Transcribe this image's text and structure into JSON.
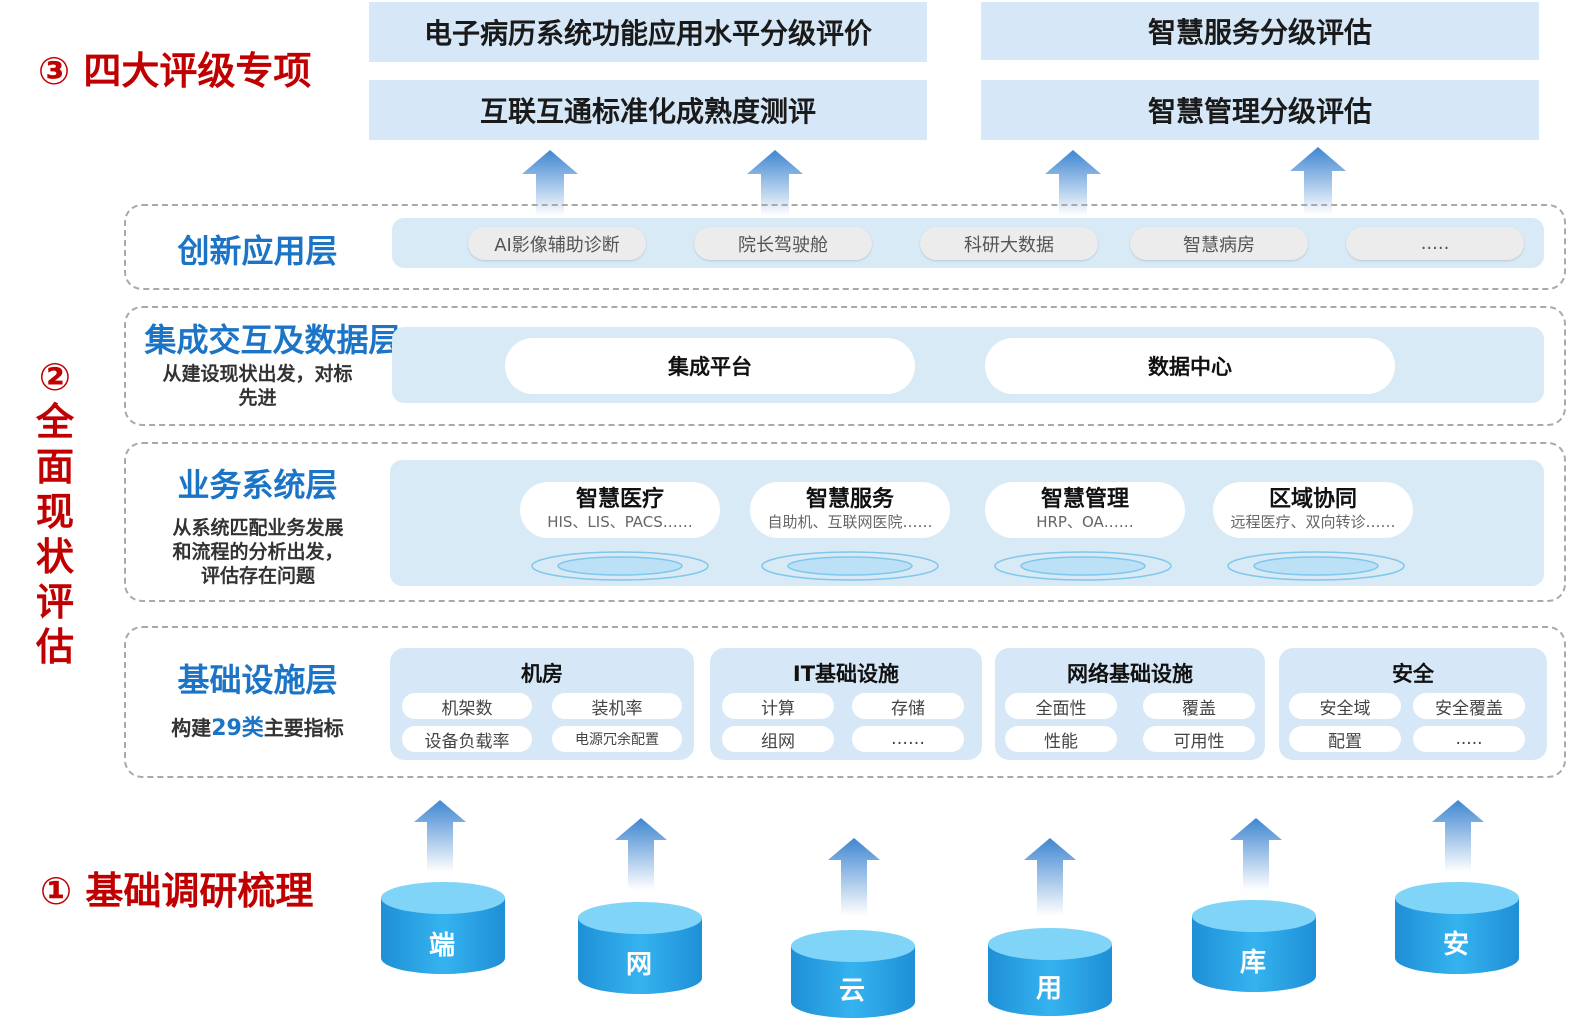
{
  "top_boxes": {
    "emr": "电子病历系统功能应用水平分级评价",
    "smart_service": "智慧服务分级评估",
    "interop": "互联互通标准化成熟度测评",
    "smart_mgmt": "智慧管理分级评估"
  },
  "sections": {
    "s3": "③ 四大评级专项",
    "s2_chars": [
      "②",
      "全",
      "面",
      "现",
      "状",
      "评",
      "估"
    ],
    "s1": "① 基础调研梳理"
  },
  "innovation_layer": {
    "title": "创新应用层",
    "items": [
      "AI影像辅助诊断",
      "院长驾驶舱",
      "科研大数据",
      "智慧病房",
      "....."
    ]
  },
  "integration_layer": {
    "title": "集成交互及数据层",
    "subtitle_line1": "从建设现状出发，对标",
    "subtitle_line2": "先进",
    "items": [
      "集成平台",
      "数据中心"
    ]
  },
  "business_layer": {
    "title": "业务系统层",
    "subtitle_line1": "从系统匹配业务发展",
    "subtitle_line2": "和流程的分析出发，",
    "subtitle_line3": "评估存在问题",
    "cards": [
      {
        "title": "智慧医疗",
        "sub": "HIS、LIS、PACS……"
      },
      {
        "title": "智慧服务",
        "sub": "自助机、互联网医院……"
      },
      {
        "title": "智慧管理",
        "sub": "HRP、OA……"
      },
      {
        "title": "区域协同",
        "sub": "远程医疗、双向转诊……"
      }
    ]
  },
  "infra_layer": {
    "title": "基础设施层",
    "subtitle_pre": "构建",
    "subtitle_num": "29类",
    "subtitle_post": "主要指标",
    "groups": [
      {
        "title": "机房",
        "items": [
          "机架数",
          "装机率",
          "设备负载率",
          "电源冗余配置"
        ]
      },
      {
        "title": "IT基础设施",
        "items": [
          "计算",
          "存储",
          "组网",
          "……"
        ]
      },
      {
        "title": "网络基础设施",
        "items": [
          "全面性",
          "覆盖",
          "性能",
          "可用性"
        ]
      },
      {
        "title": "安全",
        "items": [
          "安全域",
          "安全覆盖",
          "配置",
          "....."
        ]
      }
    ]
  },
  "cylinders": [
    "端",
    "网",
    "云",
    "用",
    "库",
    "安"
  ],
  "colors": {
    "accent_red": "#c00000",
    "layer_blue": "#1b74c5",
    "panel_bg": "#d9eaf7",
    "cylinder_blue": "#2ba6e4"
  }
}
